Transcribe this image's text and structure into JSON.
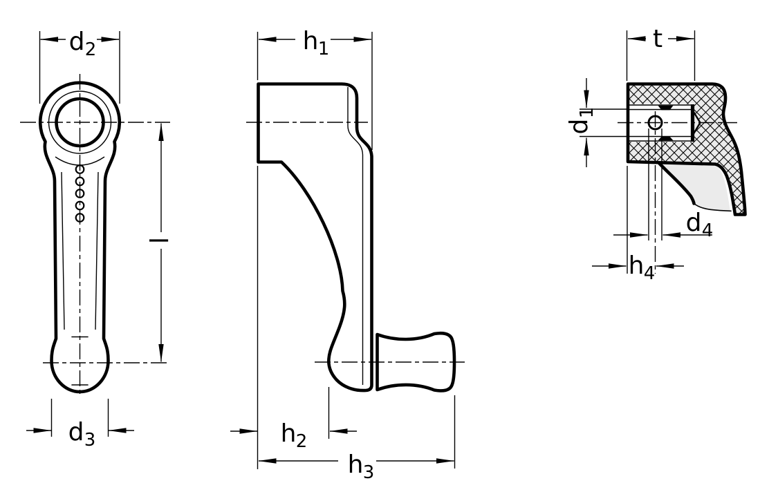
{
  "drawing": {
    "background": "#ffffff",
    "line_color": "#000000",
    "part_fill": "#ebebeb",
    "views": {
      "front": {
        "name": "front view of crank handle",
        "dims": {
          "d2": {
            "base": "d",
            "sub": "2"
          },
          "l": {
            "base": "l",
            "sub": ""
          },
          "d3": {
            "base": "d",
            "sub": "3"
          }
        }
      },
      "side": {
        "name": "side view of crank handle",
        "dims": {
          "h1": {
            "base": "h",
            "sub": "1"
          },
          "h2": {
            "base": "h",
            "sub": "2"
          },
          "h3": {
            "base": "h",
            "sub": "3"
          }
        }
      },
      "section": {
        "name": "hub section detail",
        "dims": {
          "t": {
            "base": "t",
            "sub": ""
          },
          "d1": {
            "base": "d",
            "sub": "1"
          },
          "d4": {
            "base": "d",
            "sub": "4"
          },
          "h4": {
            "base": "h",
            "sub": "4"
          }
        }
      }
    }
  }
}
